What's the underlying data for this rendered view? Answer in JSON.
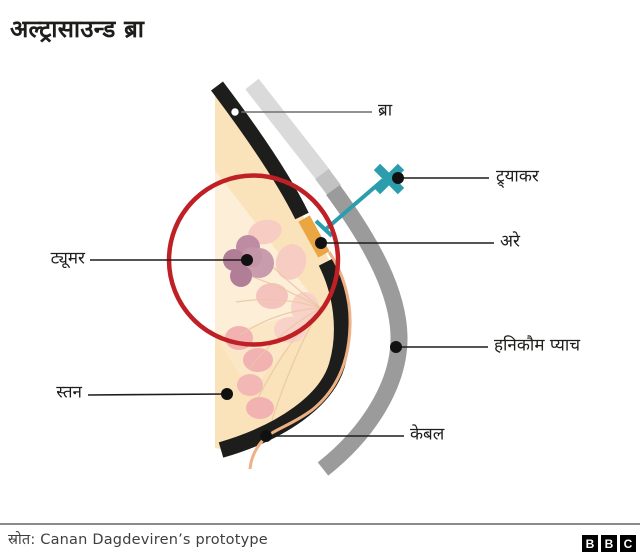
{
  "title": "अल्ट्रासाउन्ड ब्रा",
  "diagram": {
    "labels": {
      "bra": "ब्रा",
      "tracker": "ट्र्याकर",
      "array": "अरे",
      "tumor": "ट्यूमर",
      "honeycomb_patch": "हनिकौम प्याच",
      "breast": "स्तन",
      "cable": "केबल"
    }
  },
  "footer": {
    "source": "स्रोत: Canan Dagdeviren’s prototype",
    "logo": [
      "B",
      "B",
      "C"
    ]
  },
  "colors": {
    "ink_black": "#1d1d1b",
    "highlight_red": "#bf2026",
    "tracker_teal": "#2b9dad",
    "array_orange": "#eba644",
    "cable_orange": "#efb183",
    "tissue_peach": "#fae2ba",
    "lobule_pink": "#f2b2b2",
    "tumor_mauve": "#b27e97",
    "patch_gray": "#9c9b9b",
    "patch_gray_light": "#dadada"
  }
}
